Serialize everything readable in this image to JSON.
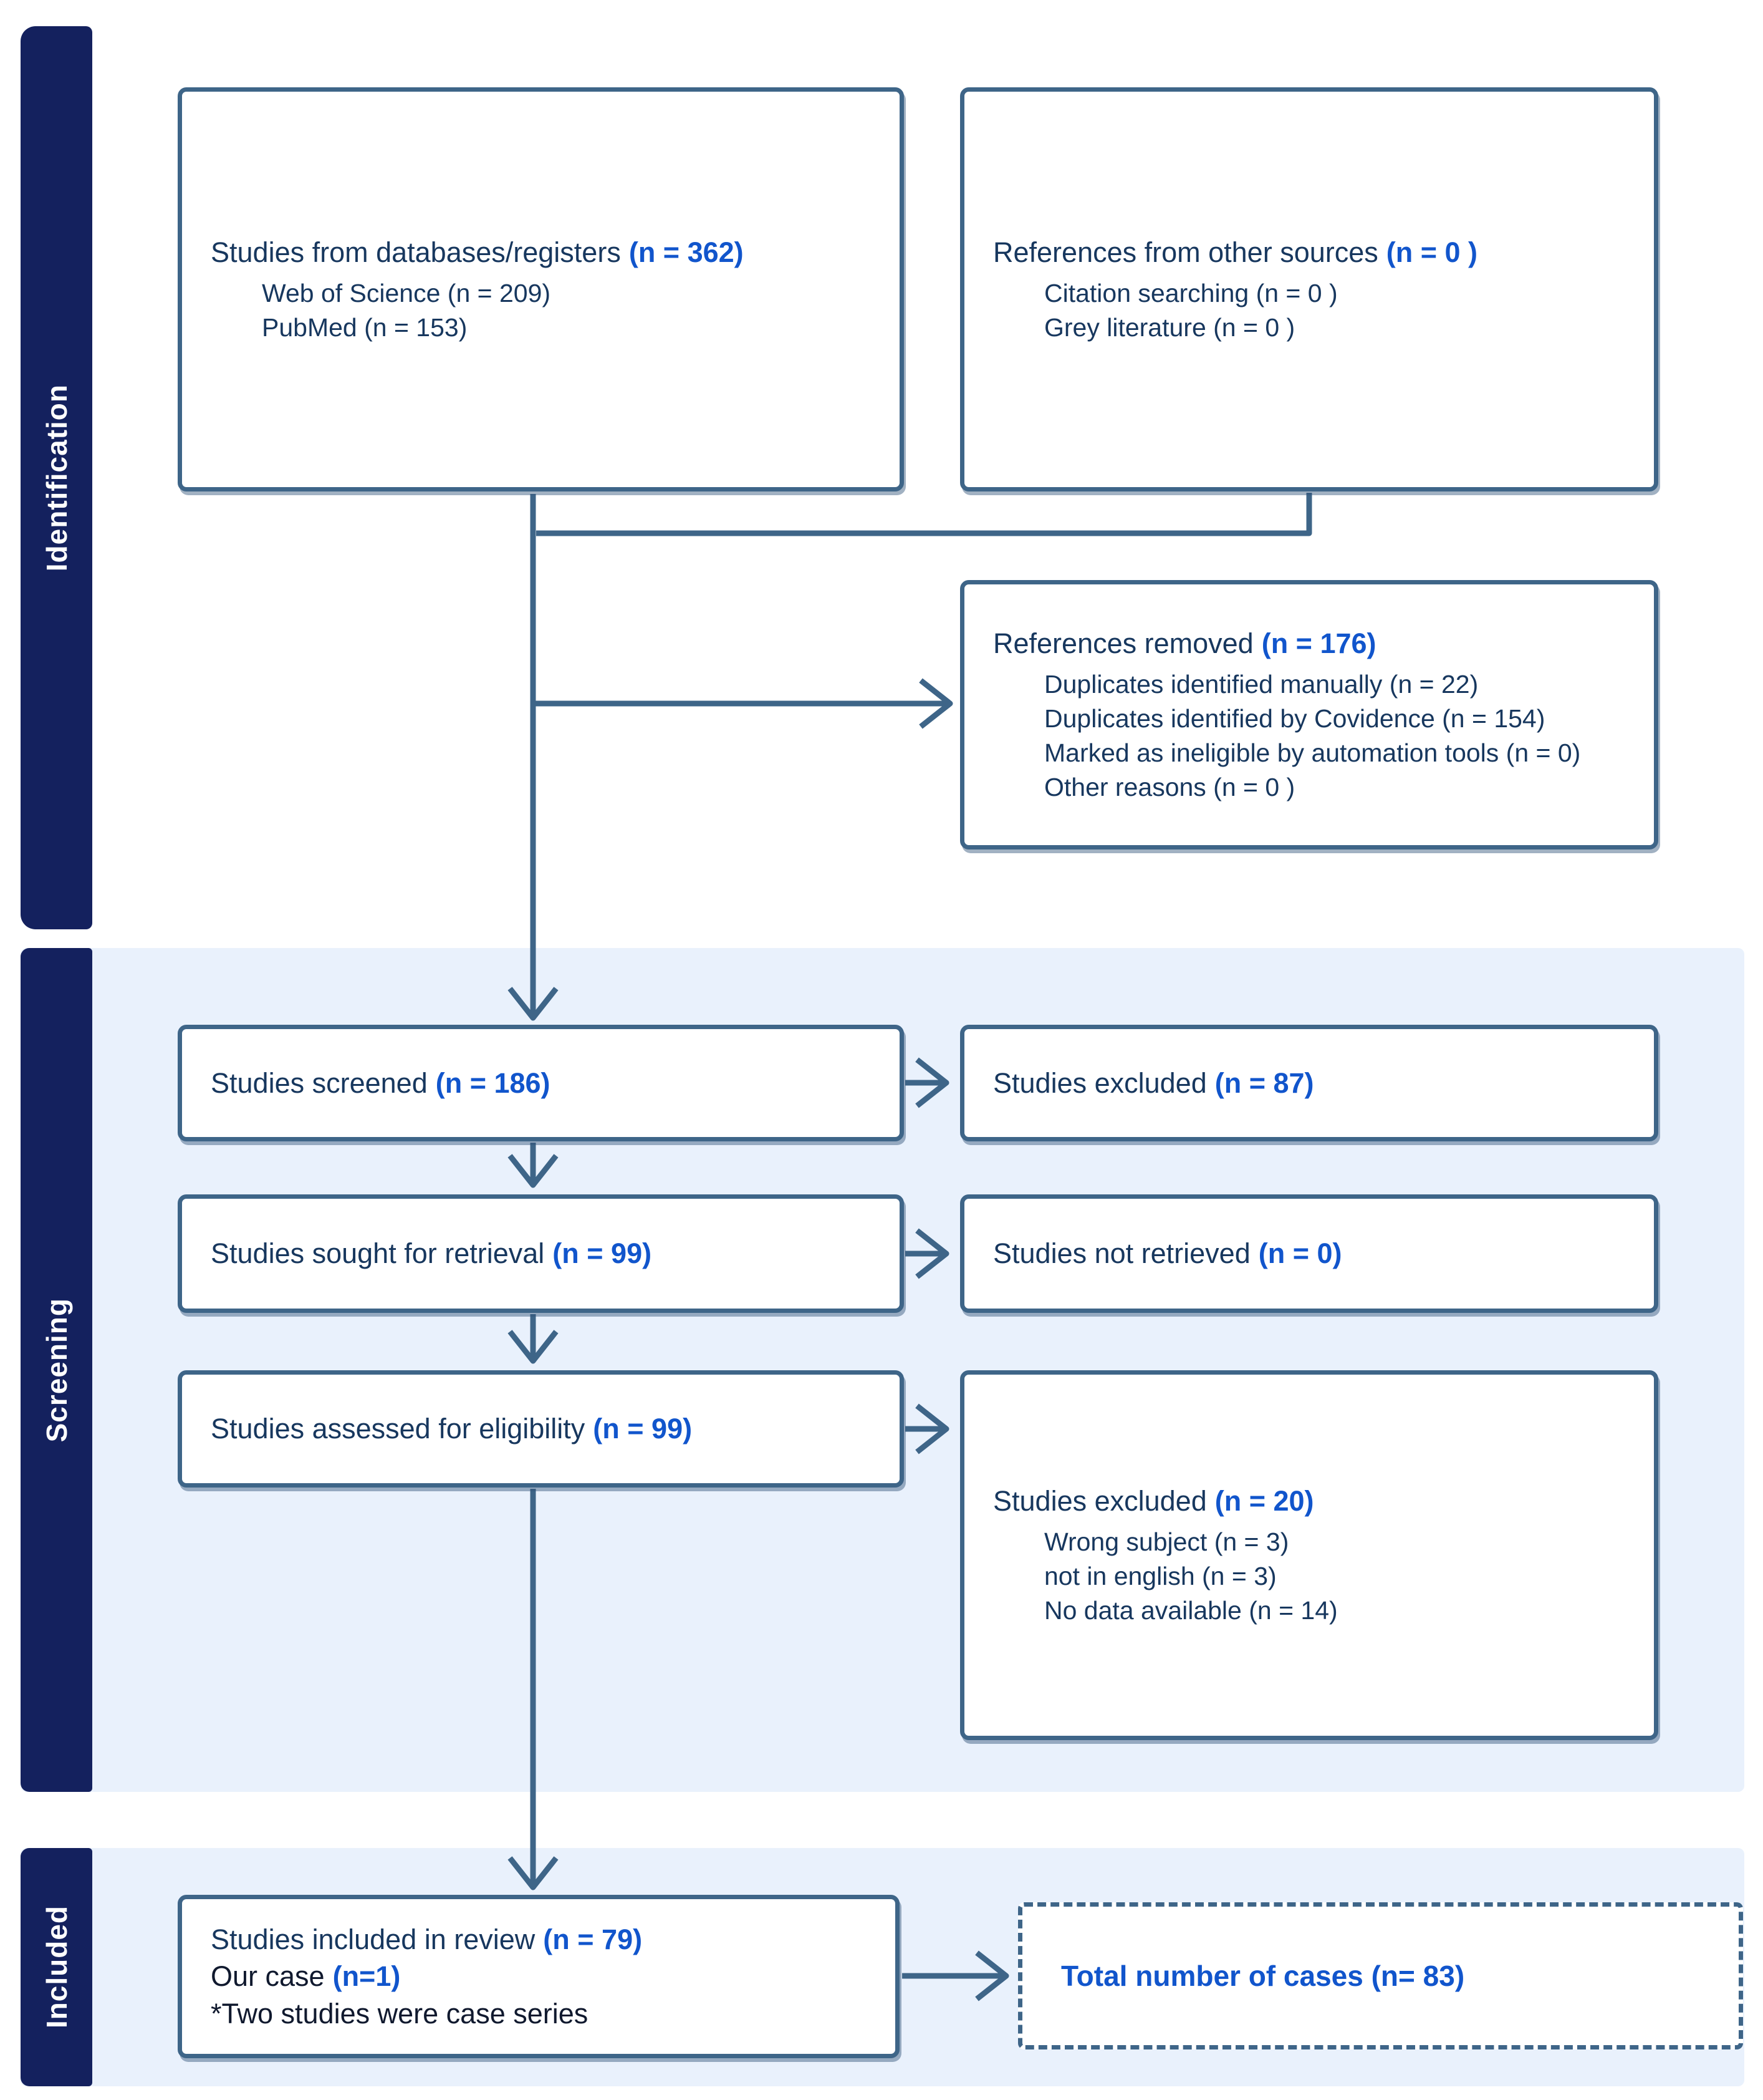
{
  "colors": {
    "box-border": "#3e6588",
    "stage-bar": "#14215e",
    "stage-label": "#ffffff",
    "panel-bg": "#e9f1fc",
    "box-bg": "#ffffff",
    "text-navy": "#17375e",
    "text-emphasis": "#1155cc",
    "text-dark": "#10192e"
  },
  "sidebar": {
    "identification": "Identification",
    "screening": "Screening",
    "included": "Included"
  },
  "boxes": {
    "databases": {
      "title": "Studies from databases/registers",
      "count": "(n = 362)",
      "items": [
        "Web of Science (n = 209)",
        "PubMed (n = 153)"
      ]
    },
    "other_sources": {
      "title": "References from other sources",
      "count": "(n = 0 )",
      "items": [
        "Citation searching (n = 0 )",
        "Grey literature (n = 0 )"
      ]
    },
    "references_removed": {
      "title": "References removed",
      "count": "(n = 176)",
      "items": [
        "Duplicates identified manually (n = 22)",
        "Duplicates identified by Covidence (n = 154)",
        "Marked as ineligible by automation tools (n = 0)",
        "Other reasons (n = 0 )"
      ]
    },
    "screened": {
      "title": "Studies screened",
      "count": "(n = 186)"
    },
    "excluded_screening": {
      "title": "Studies excluded",
      "count": "(n = 87)"
    },
    "sought": {
      "title": "Studies sought for retrieval",
      "count": "(n = 99)"
    },
    "not_retrieved": {
      "title": "Studies not retrieved",
      "count": "(n = 0)"
    },
    "assessed": {
      "title": "Studies assessed for eligibility",
      "count": "(n = 99)"
    },
    "excluded_eligibility": {
      "title": "Studies excluded",
      "count": "(n = 20)",
      "items": [
        "Wrong subject (n = 3)",
        "not in english (n = 3)",
        "No data available (n = 14)"
      ]
    },
    "included_review": {
      "line1": "Studies included in review",
      "count1": "(n = 79)",
      "line2": "Our case",
      "count2": "(n=1)",
      "line3": "*Two studies were case series"
    },
    "total_cases": {
      "label": "Total number of cases (n= 83)"
    }
  }
}
